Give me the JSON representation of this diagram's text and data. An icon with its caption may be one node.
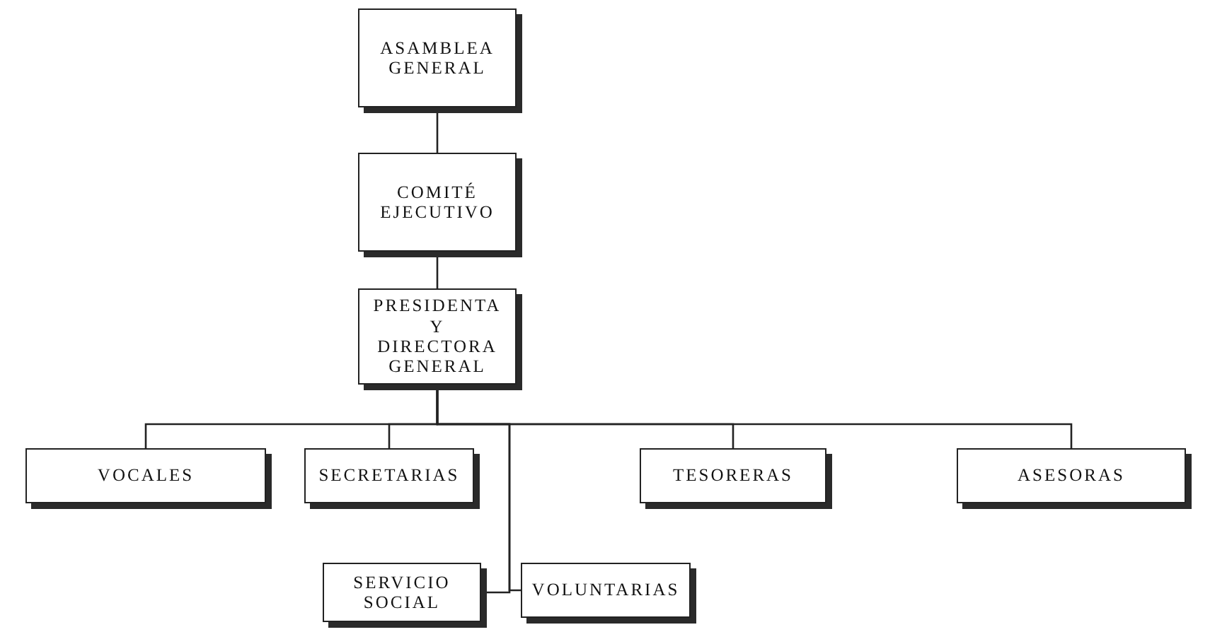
{
  "diagram": {
    "nodes": [
      {
        "text": [
          "ASAMBLEA GENERAL"
        ]
      },
      {
        "text": [
          "COMITÉ EJECUTIVO"
        ]
      },
      {
        "text": [
          "PRESIDENTA Y DIRECTORA GENERAL"
        ]
      },
      {
        "text": [
          "VOCALES"
        ]
      },
      {
        "text": [
          "SECRETARIAS"
        ]
      },
      {
        "text": [
          "TESORERAS"
        ]
      },
      {
        "text": [
          "ASESORAS"
        ]
      },
      {
        "text": [
          "SERVICIO SOCIAL"
        ]
      },
      {
        "text": [
          "VOLUNTARIAS"
        ]
      }
    ],
    "edges": [
      {
        "from": 0,
        "to": 1,
        "arrow": "none"
      },
      {
        "from": 1,
        "to": 2,
        "arrow": "none"
      },
      {
        "from": 2,
        "to": 3,
        "arrow": "none"
      },
      {
        "from": 2,
        "to": 4,
        "arrow": "none"
      },
      {
        "from": 2,
        "to": 5,
        "arrow": "none"
      },
      {
        "from": 2,
        "to": 6,
        "arrow": "none"
      },
      {
        "from": 2,
        "to": 7,
        "arrow": "none"
      },
      {
        "from": 2,
        "to": 8,
        "arrow": "none"
      }
    ]
  }
}
